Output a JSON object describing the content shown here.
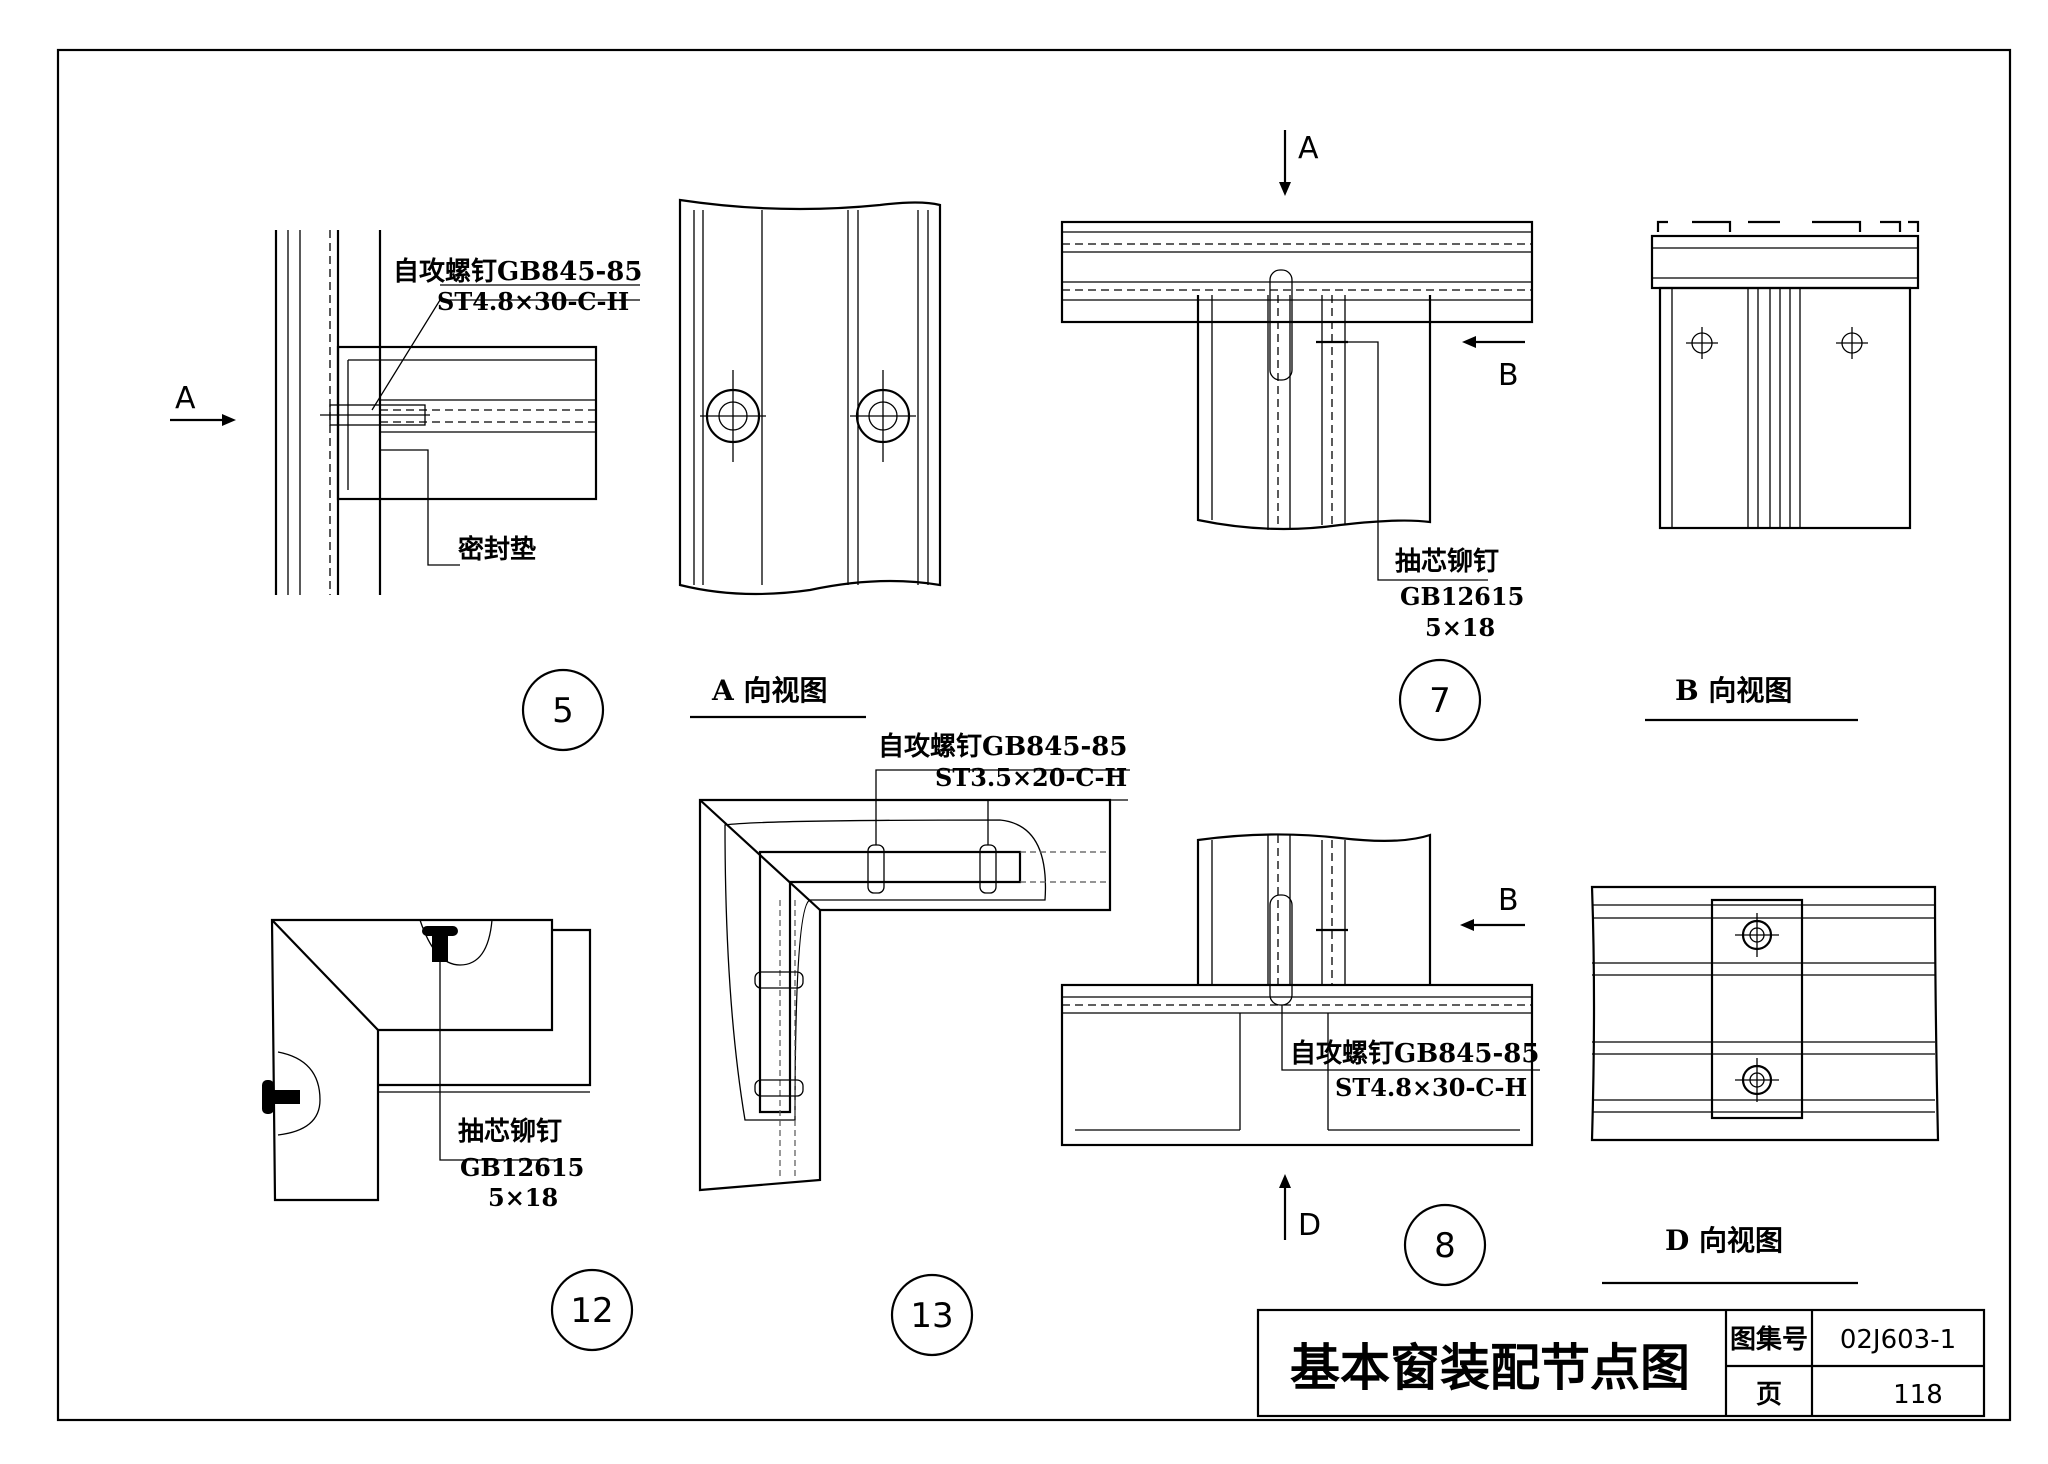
{
  "title_block": {
    "title": "基本窗装配节点图",
    "atlas_label": "图集号",
    "atlas_value": "02J603-1",
    "page_label": "页",
    "page_value": "118"
  },
  "details": {
    "d5": {
      "number": "5",
      "screw_line1": "自攻螺钉GB845-85",
      "screw_line2": "ST4.8×30-C-H",
      "gasket": "密封垫",
      "arrow": "A"
    },
    "a_view": {
      "label": "A 向视图"
    },
    "d7": {
      "number": "7",
      "arrow_a": "A",
      "arrow_b": "B",
      "rivet_line1": "抽芯铆钉",
      "rivet_line2": "GB12615",
      "rivet_line3": "5×18"
    },
    "b_view": {
      "label": "B 向视图"
    },
    "d12": {
      "number": "12",
      "rivet_line1": "抽芯铆钉",
      "rivet_line2": "GB12615",
      "rivet_line3": "5×18"
    },
    "d13": {
      "number": "13",
      "screw_line1": "自攻螺钉GB845-85",
      "screw_line2": "ST3.5×20-C-H"
    },
    "d8": {
      "number": "8",
      "arrow_b": "B",
      "arrow_d": "D",
      "screw_line1": "自攻螺钉GB845-85",
      "screw_line2": "ST4.8×30-C-H"
    },
    "d_view": {
      "label": "D 向视图"
    }
  }
}
